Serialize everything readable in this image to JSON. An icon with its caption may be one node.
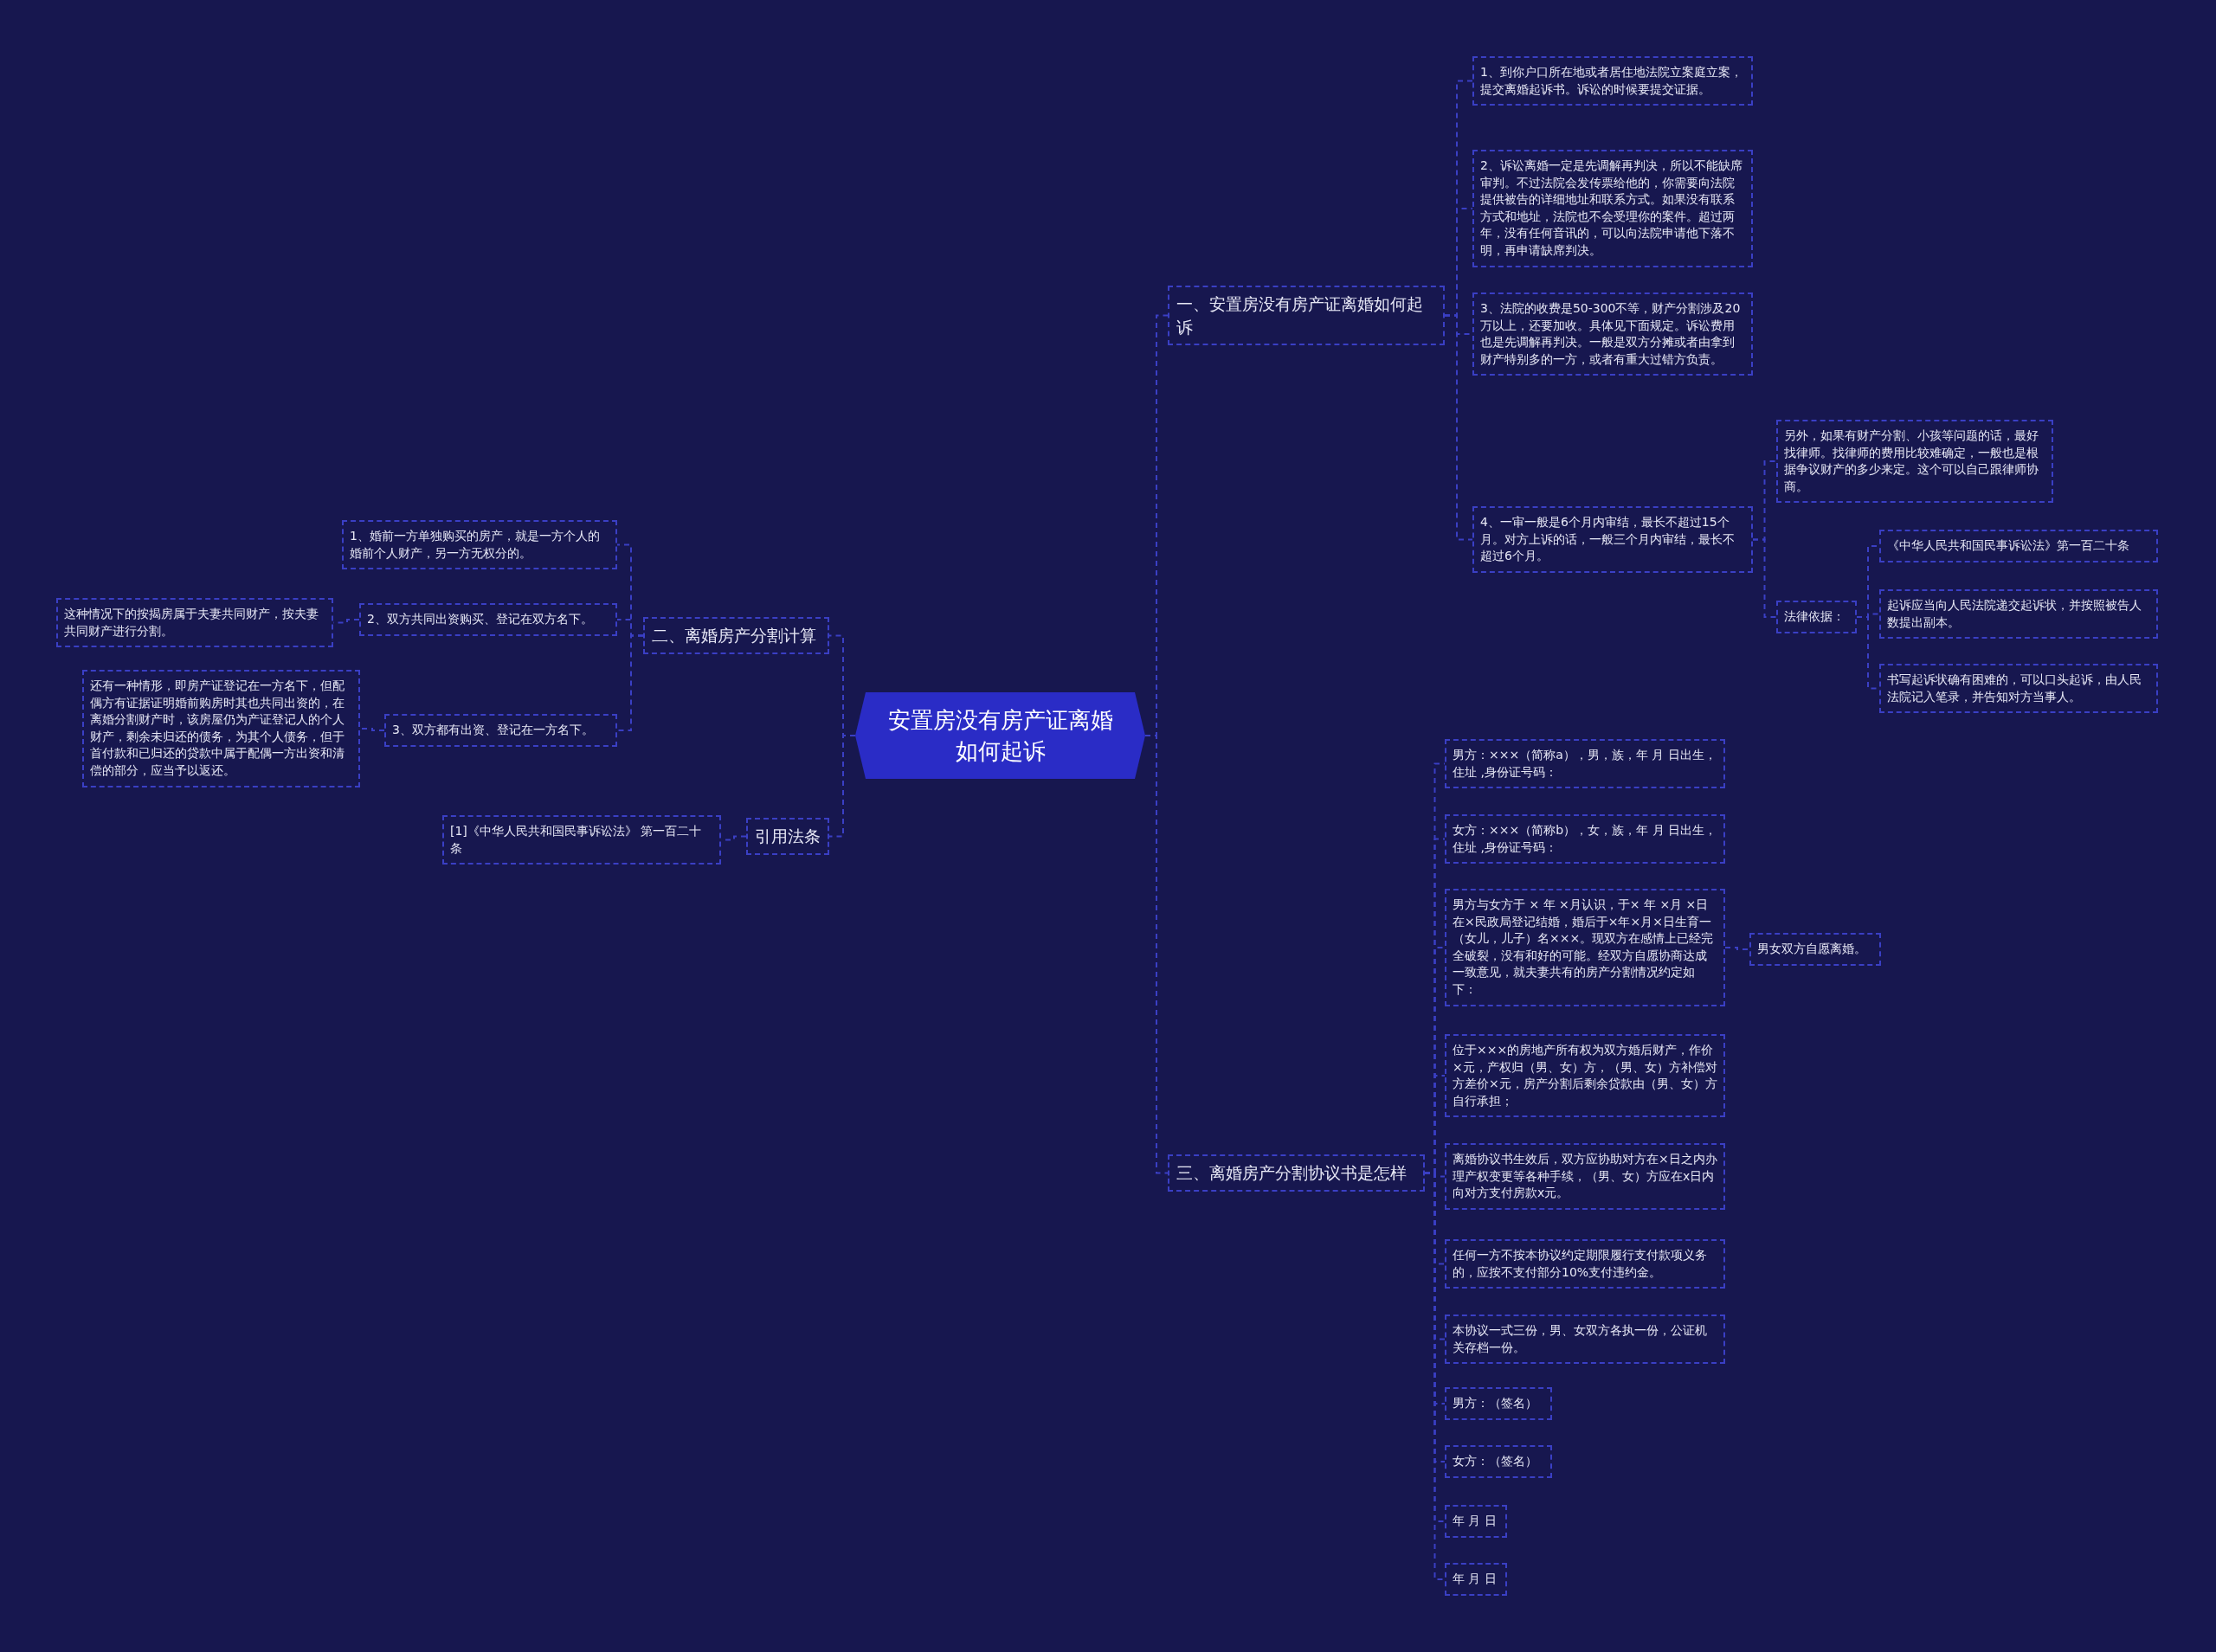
{
  "diagram": {
    "nodes": [
      {
        "text": [
          "安置房没有房产证离婚如何起诉"
        ]
      },
      {
        "text": [
          "一、安置房没有房产证离婚如何起诉"
        ]
      },
      {
        "text": [
          "1、到你户口所在地或者居住地法院立案庭立案，提交离婚起诉书。诉讼的时候要提交证据。"
        ]
      },
      {
        "text": [
          "2、诉讼离婚一定是先调解再判决，所以不能缺席审判。不过法院会发传票给他的，你需要向法院提供被告的详细地址和联系方式。如果没有联系方式和地址，法院也不会受理你的案件。超过两年，没有任何音讯的，可以向法院申请他下落不明，再申请缺席判决。"
        ]
      },
      {
        "text": [
          "3、法院的收费是50-300不等，财产分割涉及20万以上，还要加收。具体见下面规定。诉讼费用也是先调解再判决。一般是双方分摊或者由拿到财产特别多的一方，或者有重大过错方负责。"
        ]
      },
      {
        "text": [
          "4、一审一般是6个月内审结，最长不超过15个月。对方上诉的话，一般三个月内审结，最长不超过6个月。"
        ]
      },
      {
        "text": [
          "另外，如果有财产分割、小孩等问题的话，最好找律师。找律师的费用比较难确定，一般也是根据争议财产的多少来定。这个可以自己跟律师协商。"
        ]
      },
      {
        "text": [
          "法律依据："
        ]
      },
      {
        "text": [
          "《中华人民共和国民事诉讼法》第一百二十条"
        ]
      },
      {
        "text": [
          "起诉应当向人民法院递交起诉状，并按照被告人数提出副本。"
        ]
      },
      {
        "text": [
          "书写起诉状确有困难的，可以口头起诉，由人民法院记入笔录，并告知对方当事人。"
        ]
      },
      {
        "text": [
          "二、离婚房产分割计算"
        ]
      },
      {
        "text": [
          "1、婚前一方单独购买的房产，就是一方个人的婚前个人财产，另一方无权分的。"
        ]
      },
      {
        "text": [
          "2、双方共同出资购买、登记在双方名下。"
        ]
      },
      {
        "text": [
          "3、双方都有出资、登记在一方名下。"
        ]
      },
      {
        "text": [
          "这种情况下的按揭房属于夫妻共同财产，按夫妻共同财产进行分割。"
        ]
      },
      {
        "text": [
          "还有一种情形，即房产证登记在一方名下，但配偶方有证据证明婚前购房时其也共同出资的，在离婚分割财产时，该房屋仍为产证登记人的个人财产，剩余未归还的债务，为其个人债务，但于首付款和已归还的贷款中属于配偶一方出资和清偿的部分，应当予以返还。"
        ]
      },
      {
        "text": [
          "引用法条"
        ]
      },
      {
        "text": [
          "[1]《中华人民共和国民事诉讼法》 第一百二十条"
        ]
      },
      {
        "text": [
          "三、离婚房产分割协议书是怎样"
        ]
      },
      {
        "text": [
          "男方：×××（简称a），男，族，年 月 日出生，住址 ,身份证号码："
        ]
      },
      {
        "text": [
          "女方：×××（简称b），女，族，年 月 日出生，住址 ,身份证号码："
        ]
      },
      {
        "text": [
          "男方与女方于 × 年 ×月认识，于× 年 ×月 ×日在×民政局登记结婚，婚后于×年×月×日生育一（女儿，儿子）名×××。现双方在感情上已经完全破裂，没有和好的可能。经双方自愿协商达成一致意见，就夫妻共有的房产分割情况约定如下："
        ]
      },
      {
        "text": [
          "位于×××的房地产所有权为双方婚后财产，作价×元，产权归（男、女）方，（男、女）方补偿对方差价×元，房产分割后剩余贷款由（男、女）方自行承担；"
        ]
      },
      {
        "text": [
          "离婚协议书生效后，双方应协助对方在×日之内办理产权变更等各种手续，（男、女）方应在x日内向对方支付房款x元。"
        ]
      },
      {
        "text": [
          "任何一方不按本协议约定期限履行支付款项义务的，应按不支付部分10%支付违约金。"
        ]
      },
      {
        "text": [
          "本协议一式三份，男、女双方各执一份，公证机关存档一份。"
        ]
      },
      {
        "text": [
          "男方：（签名）"
        ]
      },
      {
        "text": [
          "女方：（签名）"
        ]
      },
      {
        "text": [
          "年 月 日"
        ]
      },
      {
        "text": [
          "年 月 日"
        ]
      },
      {
        "text": [
          "男女双方自愿离婚。"
        ]
      }
    ],
    "edges": [
      {
        "from": 0,
        "to": 1,
        "arrow": "none"
      },
      {
        "from": 1,
        "to": 2,
        "arrow": "none"
      },
      {
        "from": 1,
        "to": 3,
        "arrow": "none"
      },
      {
        "from": 1,
        "to": 4,
        "arrow": "none"
      },
      {
        "from": 1,
        "to": 5,
        "arrow": "none"
      },
      {
        "from": 5,
        "to": 6,
        "arrow": "none"
      },
      {
        "from": 5,
        "to": 7,
        "arrow": "none"
      },
      {
        "from": 7,
        "to": 8,
        "arrow": "none"
      },
      {
        "from": 7,
        "to": 9,
        "arrow": "none"
      },
      {
        "from": 7,
        "to": 10,
        "arrow": "none"
      },
      {
        "from": 0,
        "to": 11,
        "arrow": "none"
      },
      {
        "from": 11,
        "to": 12,
        "arrow": "none"
      },
      {
        "from": 11,
        "to": 13,
        "arrow": "none"
      },
      {
        "from": 11,
        "to": 14,
        "arrow": "none"
      },
      {
        "from": 13,
        "to": 15,
        "arrow": "none"
      },
      {
        "from": 14,
        "to": 16,
        "arrow": "none"
      },
      {
        "from": 0,
        "to": 17,
        "arrow": "none"
      },
      {
        "from": 17,
        "to": 18,
        "arrow": "none"
      },
      {
        "from": 0,
        "to": 19,
        "arrow": "none"
      },
      {
        "from": 19,
        "to": 20,
        "arrow": "none"
      },
      {
        "from": 19,
        "to": 21,
        "arrow": "none"
      },
      {
        "from": 19,
        "to": 22,
        "arrow": "none"
      },
      {
        "from": 19,
        "to": 23,
        "arrow": "none"
      },
      {
        "from": 19,
        "to": 24,
        "arrow": "none"
      },
      {
        "from": 19,
        "to": 25,
        "arrow": "none"
      },
      {
        "from": 19,
        "to": 26,
        "arrow": "none"
      },
      {
        "from": 19,
        "to": 27,
        "arrow": "none"
      },
      {
        "from": 19,
        "to": 28,
        "arrow": "none"
      },
      {
        "from": 19,
        "to": 29,
        "arrow": "none"
      },
      {
        "from": 19,
        "to": 30,
        "arrow": "none"
      },
      {
        "from": 22,
        "to": 31,
        "arrow": "none"
      }
    ]
  }
}
